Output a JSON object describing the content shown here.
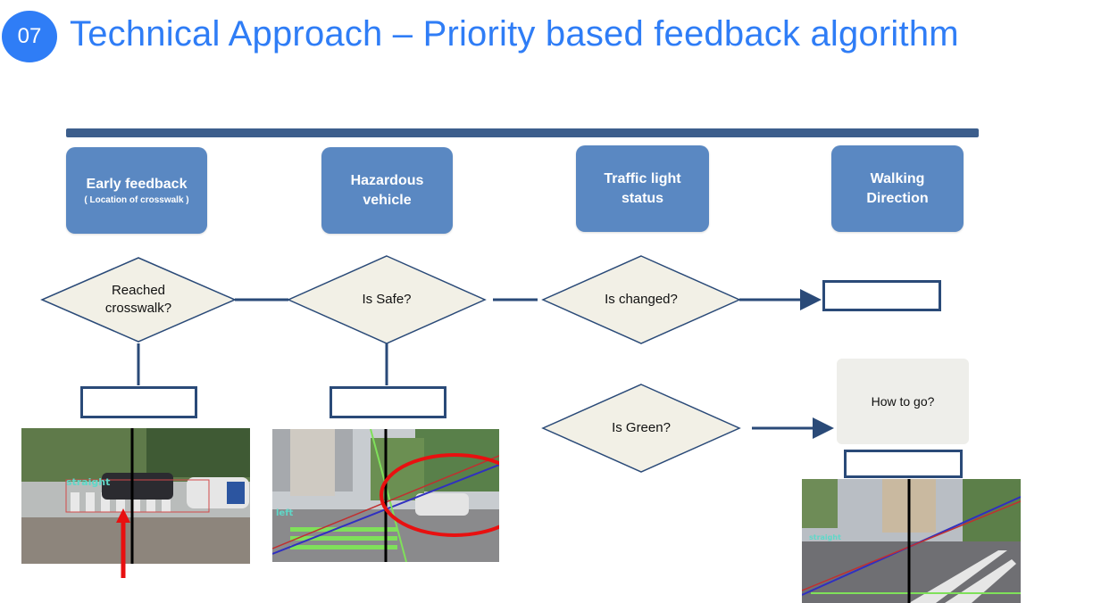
{
  "header": {
    "badge_number": "07",
    "title": "Technical Approach – Priority based feedback algorithm"
  },
  "priorities": [
    {
      "title": "Early feedback",
      "subtitle": "( Location of crosswalk )"
    },
    {
      "title": "Hazardous vehicle",
      "subtitle": ""
    },
    {
      "title": "Traffic light status",
      "subtitle": ""
    },
    {
      "title": "Walking Direction",
      "subtitle": ""
    }
  ],
  "decisions": {
    "reached": "Reached crosswalk?",
    "safe": "Is Safe?",
    "changed": "Is changed?",
    "green": "Is Green?"
  },
  "how_to_go": "How to go?",
  "photos": {
    "photo1_label": "straight",
    "photo2_label": "left",
    "photo3_label": "straight"
  },
  "colors": {
    "accent": "#2f7df6",
    "box": "#5a88c2",
    "line": "#2a4a78",
    "diamond_fill": "#f2f0e6"
  }
}
